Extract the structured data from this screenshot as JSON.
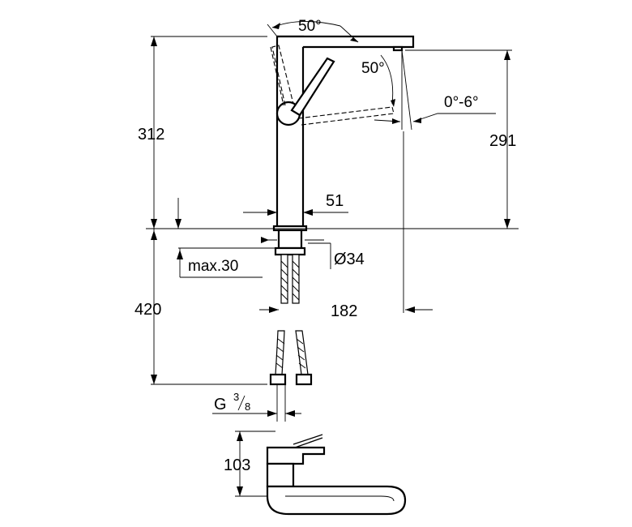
{
  "dimensions": {
    "height_total": "312",
    "height_spout": "291",
    "spout_reach": "182",
    "body_diameter": "51",
    "hole_diameter": "Ø34",
    "max_thickness": "max.30",
    "hose_length": "420",
    "thread_main": "G",
    "thread_num": "3",
    "thread_den": "8",
    "lever_height": "103"
  },
  "angles": {
    "lever_swing": "50°",
    "lever_tilt": "50°",
    "spout_tilt": "0°-6°"
  }
}
